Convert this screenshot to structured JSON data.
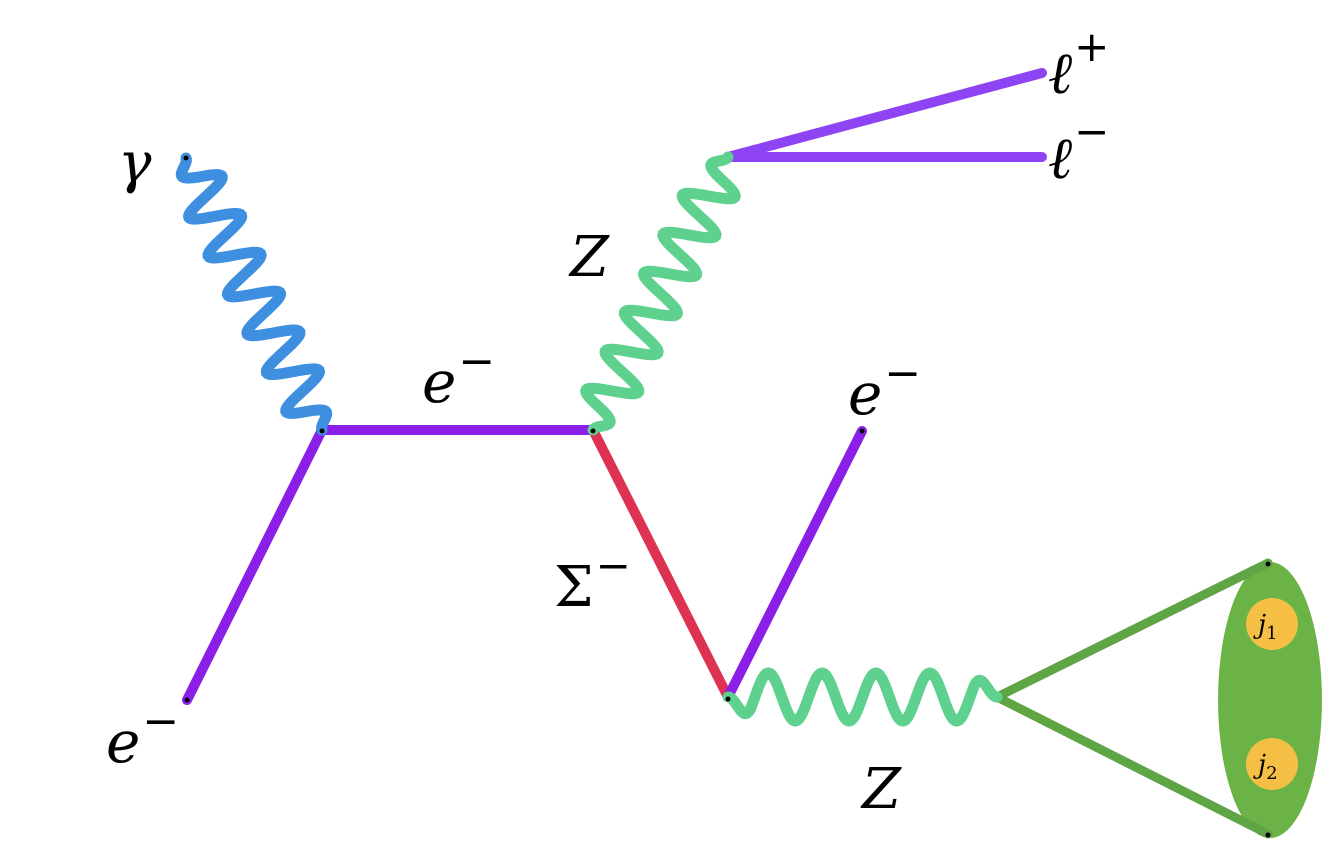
{
  "colors": {
    "fermion": "#8b1fe8",
    "photon": "#3f8fe0",
    "z_boson": "#5fd18e",
    "sigma": "#de3252",
    "lepton_pair": "#8e44f2",
    "jet_cone": "#5fa546",
    "jet_ellipse": "#6bb347",
    "jet_circle": "#f5bf45",
    "vertex": "#000000"
  },
  "labels": {
    "photon": "γ",
    "incoming_electron": "e",
    "incoming_electron_sup": "−",
    "internal_electron": "e",
    "internal_electron_sup": "−",
    "z_upper": "Z",
    "z_lower": "Z",
    "sigma": "Σ",
    "sigma_sup": "−",
    "outgoing_electron": "e",
    "outgoing_electron_sup": "−",
    "lepton_plus": "ℓ",
    "lepton_plus_sup": "+",
    "lepton_minus": "ℓ",
    "lepton_minus_sup": "−",
    "jet1": "j",
    "jet1_sub": "1",
    "jet2": "j",
    "jet2_sub": "2"
  }
}
